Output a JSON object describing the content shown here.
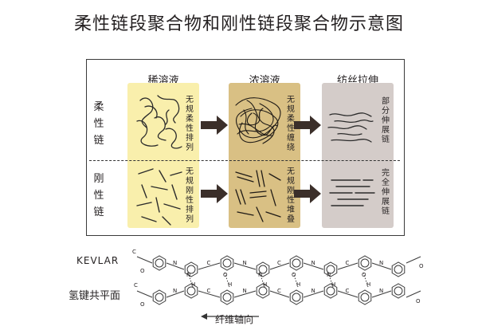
{
  "title": "柔性链段聚合物和刚性链段聚合物示意图",
  "columns": [
    "稀溶液",
    "浓溶液",
    "纺丝拉伸"
  ],
  "rows": {
    "flexible": "柔性链",
    "rigid": "刚性链"
  },
  "panel_notes": {
    "flex_dilute": "无规柔性排列",
    "flex_conc": "无规柔性缠绕",
    "flex_spin": "部分伸展链",
    "rigid_dilute": "无规刚性排列",
    "rigid_conc": "无规刚性堆叠",
    "rigid_spin": "完全伸展链"
  },
  "molecule": {
    "name": "KEVLAR",
    "hbond_label": "氢键共平面",
    "atoms": {
      "O": "O",
      "N": "N",
      "H": "H",
      "C": "C"
    }
  },
  "axis_label": "纤维轴向",
  "colors": {
    "dilute": "#f9efac",
    "concentrated": "#d9c084",
    "spun": "#d4ccc9",
    "arrow": "#3b2f2a"
  }
}
